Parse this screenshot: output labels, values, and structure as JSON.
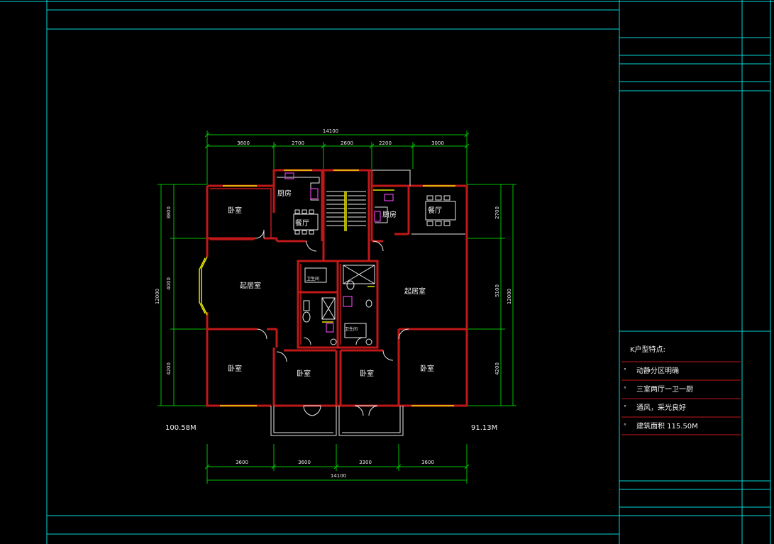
{
  "dimensions": {
    "top_total": "14100",
    "top_segments": [
      "3600",
      "2700",
      "2600",
      "2200",
      "3000"
    ],
    "bottom_segments": [
      "3600",
      "3600",
      "3300",
      "3600"
    ],
    "bottom_total": "14100",
    "left_total": "12000",
    "left_segments": [
      "3800",
      "4000",
      "4200"
    ],
    "right_total": "12000",
    "right_segments": [
      "2700",
      "5100",
      "4200"
    ]
  },
  "rooms": {
    "bedroom_tl": "卧室",
    "kitchen_l": "厨房",
    "dining_l": "餐厅",
    "living_l": "起居室",
    "bath_l1": "卫生间",
    "bath_l2": "卫生间",
    "kitchen_r": "厨房",
    "dining_r": "餐厅",
    "living_r": "起居室",
    "bedroom_bl": "卧室",
    "bedroom_bml": "卧室",
    "bedroom_bmr": "卧室",
    "bedroom_br": "卧室"
  },
  "areas": {
    "left": "100.58M",
    "right": "91.13M"
  },
  "features": {
    "title": "K户型特点:",
    "items": [
      "动静分区明确",
      "三室两厅一卫一厨",
      "通风，采光良好",
      "建筑面积 115.50M"
    ]
  }
}
